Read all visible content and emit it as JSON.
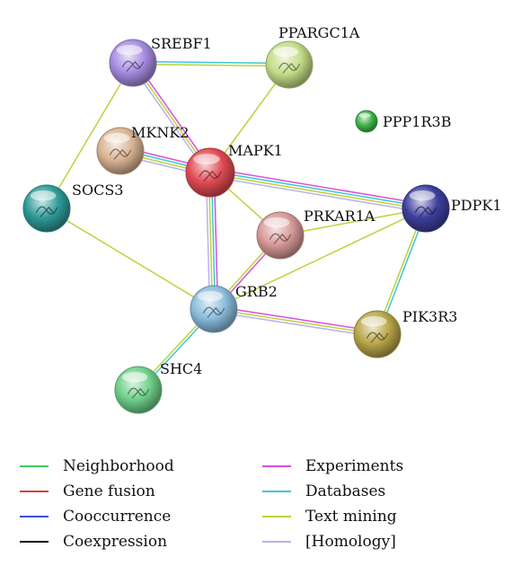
{
  "colors": {
    "neighborhood": "#39d05a",
    "gene_fusion": "#d9403c",
    "cooccurrence": "#3a4fd6",
    "coexpression": "#111111",
    "experiments": "#d94fd9",
    "databases": "#3fc6d4",
    "text_mining": "#bcd23a",
    "homology": "#b9b2ea"
  },
  "nodes": [
    {
      "id": "SREBF1",
      "label": "SREBF1",
      "color": "#a58ce0",
      "icon": "protein-structure-icon"
    },
    {
      "id": "PPARGC1A",
      "label": "PPARGC1A",
      "color": "#c3dc86",
      "icon": "protein-structure-icon"
    },
    {
      "id": "PPP1R3B",
      "label": "PPP1R3B",
      "color": "#3fb34a",
      "icon": "protein-structure-icon"
    },
    {
      "id": "MKNK2",
      "label": "MKNK2",
      "color": "#d9b393",
      "icon": "protein-structure-icon"
    },
    {
      "id": "MAPK1",
      "label": "MAPK1",
      "color": "#e04a52",
      "icon": "protein-structure-icon"
    },
    {
      "id": "SOCS3",
      "label": "SOCS3",
      "color": "#2f9b97",
      "icon": "protein-structure-icon"
    },
    {
      "id": "PDPK1",
      "label": "PDPK1",
      "color": "#3d3f9d",
      "icon": "protein-structure-icon"
    },
    {
      "id": "PRKAR1A",
      "label": "PRKAR1A",
      "color": "#d69a98",
      "icon": "protein-structure-icon"
    },
    {
      "id": "GRB2",
      "label": "GRB2",
      "color": "#8bbcdc",
      "icon": "protein-structure-icon"
    },
    {
      "id": "PIK3R3",
      "label": "PIK3R3",
      "color": "#b8a54a",
      "icon": "protein-structure-icon"
    },
    {
      "id": "SHC4",
      "label": "SHC4",
      "color": "#6fd08b",
      "icon": "protein-structure-icon"
    }
  ],
  "edges": [
    {
      "source": "SREBF1",
      "target": "PPARGC1A",
      "evidence": [
        "databases",
        "text_mining"
      ]
    },
    {
      "source": "SREBF1",
      "target": "MAPK1",
      "evidence": [
        "experiments",
        "text_mining",
        "homology"
      ]
    },
    {
      "source": "SREBF1",
      "target": "SOCS3",
      "evidence": [
        "text_mining"
      ]
    },
    {
      "source": "PPARGC1A",
      "target": "MAPK1",
      "evidence": [
        "text_mining"
      ]
    },
    {
      "source": "MKNK2",
      "target": "MAPK1",
      "evidence": [
        "experiments",
        "databases",
        "text_mining",
        "homology"
      ]
    },
    {
      "source": "MAPK1",
      "target": "PDPK1",
      "evidence": [
        "experiments",
        "databases",
        "text_mining",
        "homology"
      ]
    },
    {
      "source": "MAPK1",
      "target": "PRKAR1A",
      "evidence": [
        "text_mining"
      ]
    },
    {
      "source": "MAPK1",
      "target": "GRB2",
      "evidence": [
        "experiments",
        "databases",
        "text_mining",
        "homology"
      ]
    },
    {
      "source": "SOCS3",
      "target": "GRB2",
      "evidence": [
        "text_mining"
      ]
    },
    {
      "source": "PRKAR1A",
      "target": "GRB2",
      "evidence": [
        "experiments",
        "text_mining"
      ]
    },
    {
      "source": "PRKAR1A",
      "target": "PDPK1",
      "evidence": [
        "text_mining"
      ]
    },
    {
      "source": "PDPK1",
      "target": "GRB2",
      "evidence": [
        "text_mining"
      ]
    },
    {
      "source": "PDPK1",
      "target": "PIK3R3",
      "evidence": [
        "databases",
        "text_mining"
      ]
    },
    {
      "source": "GRB2",
      "target": "PIK3R3",
      "evidence": [
        "experiments",
        "text_mining",
        "homology"
      ]
    },
    {
      "source": "GRB2",
      "target": "SHC4",
      "evidence": [
        "databases",
        "text_mining"
      ]
    }
  ],
  "legend": [
    {
      "key": "neighborhood",
      "label": "Neighborhood"
    },
    {
      "key": "gene_fusion",
      "label": "Gene fusion"
    },
    {
      "key": "cooccurrence",
      "label": "Cooccurrence"
    },
    {
      "key": "coexpression",
      "label": "Coexpression"
    },
    {
      "key": "experiments",
      "label": "Experiments"
    },
    {
      "key": "databases",
      "label": "Databases"
    },
    {
      "key": "text_mining",
      "label": "Text mining"
    },
    {
      "key": "homology",
      "label": "[Homology]"
    }
  ]
}
